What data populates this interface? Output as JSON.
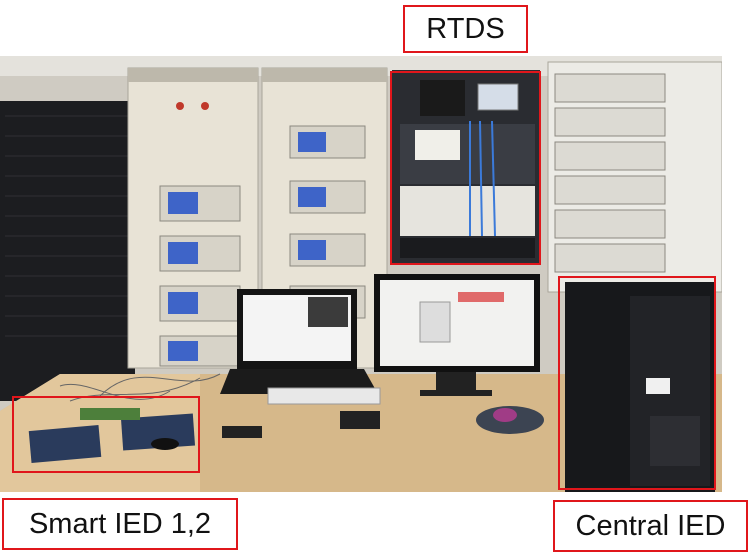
{
  "labels": {
    "rtds": "RTDS",
    "smart_ied": "Smart IED 1,2",
    "central_ied": "Central IED"
  },
  "colors": {
    "highlight": "#e0161b",
    "background": "#ffffff"
  }
}
